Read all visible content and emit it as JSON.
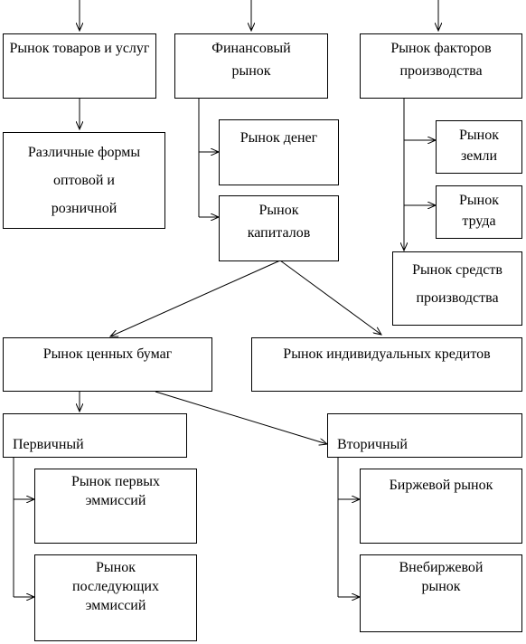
{
  "nodes": {
    "goods_market": "Рынок товаров и услуг",
    "financial_market": "Финансовый рынок",
    "factor_market": "Рынок факторов производства",
    "trade_forms": "Различные формы оптовой и розничной",
    "money_market": "Рынок денег",
    "capital_market": "Рынок капиталов",
    "land_market": "Рынок земли",
    "labor_market": "Рынок труда",
    "means_market": "Рынок средств производства",
    "securities_market": "Рынок ценных бумаг",
    "individual_credit_market": "Рынок индивидуальных кредитов",
    "primary": "Первичный",
    "secondary": "Вторичный",
    "first_issues": "Рынок первых эммиссий",
    "subsequent_issues": "Рынок последующих эммиссий",
    "exchange_market": "Биржевой рынок",
    "otc_market": "Внебиржевой рынок"
  }
}
